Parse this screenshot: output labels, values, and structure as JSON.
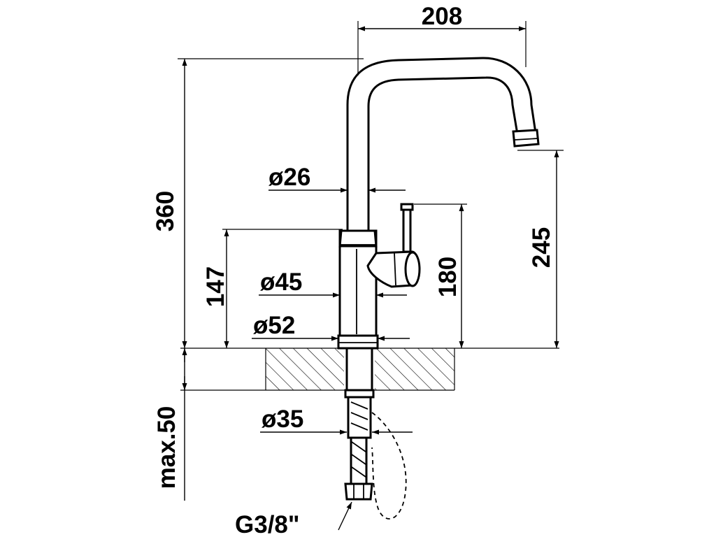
{
  "drawing": {
    "dimensions": {
      "spout_reach": "208",
      "total_height": "360",
      "spout_height": "245",
      "lever_height": "180",
      "body_height": "147",
      "spout_diameter": "ø26",
      "body_diameter": "ø45",
      "base_diameter": "ø52",
      "hole_diameter": "ø35",
      "max_thickness": "max.50",
      "connection_thread": "G3/8\""
    }
  }
}
